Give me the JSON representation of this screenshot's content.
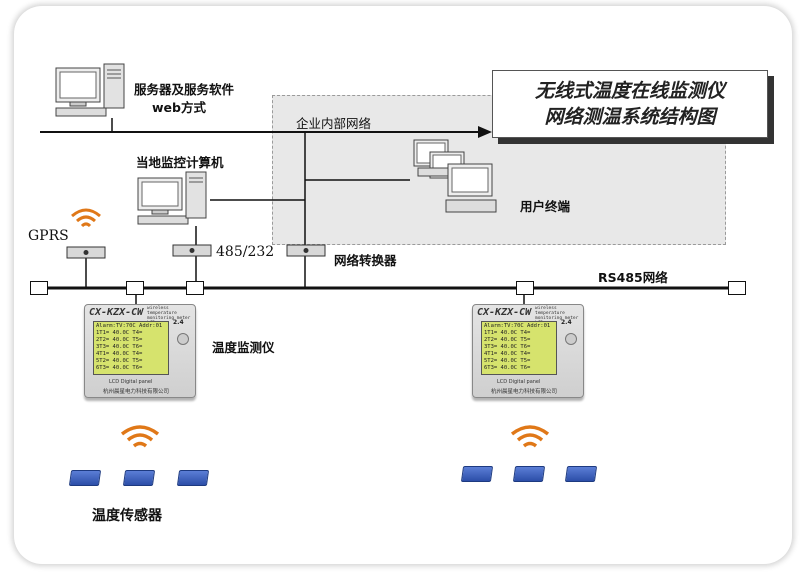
{
  "diagram": {
    "title_line1": "无线式温度在线监测仪",
    "title_line2": "网络测温系统结构图",
    "labels": {
      "server": "服务器及服务软件",
      "web": "web方式",
      "intranet": "企业内部网络",
      "local_pc": "当地监控计算机",
      "user_terminal": "用户终端",
      "gprs": "GPRS",
      "converter_485": "485/232",
      "network_converter": "网络转换器",
      "rs485": "RS485网络",
      "monitor": "温度监测仪",
      "sensor": "温度传感器"
    },
    "device": {
      "brand": "CX-KZX-CW",
      "subtitle": "wireless temperature monitoring meter LCD",
      "screen_header": "Alarm:TV:70C Addr:01",
      "screen_rows": [
        "1T1=  40.0C  T4=",
        "2T2=  40.0C  T5=",
        "3T3=  40.0C  T6=",
        "4T1=  40.0C  T4=",
        "5T2=  40.0C  T5=",
        "6T3=  40.0C  T6="
      ],
      "version": "2.4",
      "panel_label": "LCD Digital panel",
      "company": "杭州晨星电力科技有限公司"
    },
    "colors": {
      "wifi": "#e07818",
      "sensor": "#3a5fc0",
      "screen": "#d6e36d",
      "intranet_bg": "#e8e8e8"
    }
  }
}
